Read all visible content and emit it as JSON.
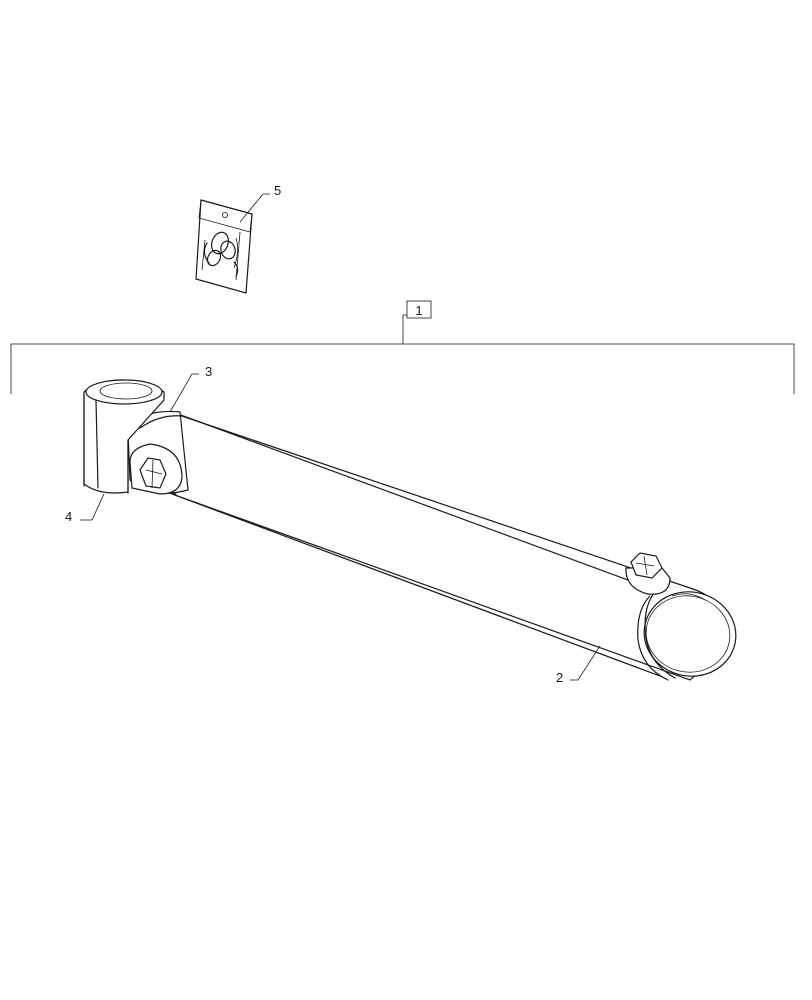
{
  "callouts": {
    "item1": "1",
    "item2": "2",
    "item3": "3",
    "item4": "4",
    "item5": "5"
  }
}
